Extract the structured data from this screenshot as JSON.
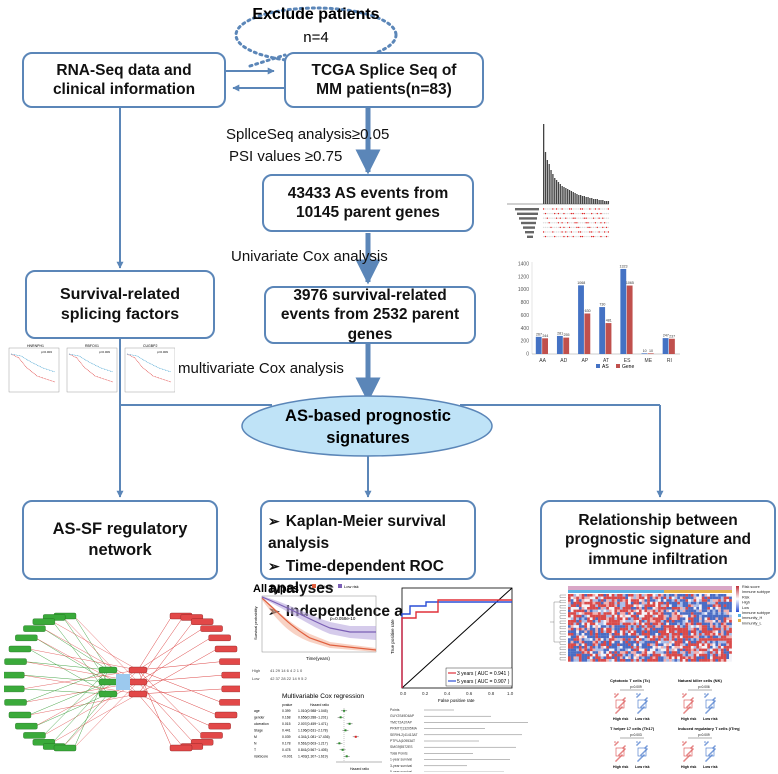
{
  "nodes": {
    "exclude": {
      "title": "Exclude patients",
      "count": "n=4"
    },
    "rnaseq": "RNA-Seq data and clinical information",
    "tcga": "TCGA Splice Seq of MM patients(n=83)",
    "as_events": "43433 AS events from 10145 parent genes",
    "sf": "Survival-related splicing factors",
    "surv_events": "3976 survival-related events from 2532 parent genes",
    "signature": "AS-based prognostic signatures",
    "network": "AS-SF regulatory network",
    "analyses": [
      "Kaplan-Meier survival analysis",
      "Time-dependent ROC analyses",
      "Independence analysis"
    ],
    "immune": "Relationship between prognostic signature and immune infiltration"
  },
  "edges": {
    "spliceseq_1": "SpllceSeq analysis≥0.05",
    "spliceseq_2": "PSI values ≥0.75",
    "univariate": "Univariate Cox analysis",
    "multivariate": "multivariate Cox analysis"
  },
  "colors": {
    "box_border": "#5b86b8",
    "arrow": "#5b86b8",
    "ellipse_fill": "#bfe3f7"
  },
  "insets": {
    "bar_chart": {
      "categories": [
        "AA",
        "AD",
        "AP",
        "AT",
        "ES",
        "ME",
        "RI"
      ],
      "series": [
        {
          "name": "AS",
          "values": [
            267,
            281,
            1068,
            730,
            1323,
            10,
            247
          ]
        },
        {
          "name": "Gene",
          "values": [
            244,
            255,
            630,
            481,
            1065,
            10,
            237
          ]
        }
      ],
      "yticks": [
        "0",
        "200",
        "400",
        "600",
        "800",
        "1000",
        "1200",
        "1400"
      ],
      "ylim": [
        0,
        1400
      ]
    },
    "km": {
      "title": "All types",
      "pvalue": "p=0.058e-10",
      "legend": [
        "High risk",
        "Low risk"
      ],
      "xlabel": "Time(years)",
      "ylabel": "Survival probability"
    },
    "roc": {
      "aucs": [
        "3 years ( AUC = 0.941 )",
        "5 years ( AUC = 0.907 )"
      ],
      "xlabel": "False positive rate",
      "ylabel": "True positive rate"
    },
    "forest": {
      "title": "Multivariable Cox regression",
      "header": [
        "pvalue",
        "Hazard ratio"
      ],
      "rows": [
        {
          "name": "age",
          "p": "0.399",
          "hr": "1.010(0.988~1.045)"
        },
        {
          "name": "gender",
          "p": "0.168",
          "hr": "0.656(0.288~1.201)"
        },
        {
          "name": "ulceration",
          "p": "0.015",
          "hr": "2.007(0.459~1.471)"
        },
        {
          "name": "Stage",
          "p": "0.441",
          "hr": "1.196(0.631~2.178)"
        },
        {
          "name": "M",
          "p": "0.039",
          "hr": "4.341(1.081~17.436)"
        },
        {
          "name": "N",
          "p": "0.178",
          "hr": "0.561(0.603~1.217)"
        },
        {
          "name": "T",
          "p": "0.478",
          "hr": "0.841(0.567~1.405)"
        },
        {
          "name": "riskScore",
          "p": "<0.001",
          "hr": "1.403(1.307~1.619)"
        }
      ],
      "xlabel": "Hazard ratio"
    },
    "nomogram": {
      "rows": [
        "Points",
        "GUY2S49D6AP",
        "TMCT2A37AP",
        "PRMT7|13205MA",
        "SERHL2|41413AT",
        "PTPLA|10953AT",
        "SMG9|5572ES",
        "Total Points",
        "1-year survival",
        "3-year survival",
        "5-year survival"
      ]
    },
    "heatmap": {
      "legend": [
        "Risk score",
        "Immune subtype",
        "Risk",
        "High",
        "Low",
        "Immune subtype",
        "Immunity_H",
        "Immunity_L"
      ]
    },
    "boxplots": [
      {
        "title": "Cytotoxic T cells (Tc)",
        "p": "p=0.009",
        "groups": [
          "High risk",
          "Low risk"
        ]
      },
      {
        "title": "Natural killer cells (NK)",
        "p": "p=0.006",
        "groups": [
          "High risk",
          "Low risk"
        ]
      },
      {
        "title": "T helper 17 cells (Th17)",
        "p": "p=0.003",
        "groups": [
          "High risk",
          "Low risk"
        ]
      },
      {
        "title": "Induced regulatory T cells (iTreg)",
        "p": "p=0.009",
        "groups": [
          "High risk",
          "Low risk"
        ]
      }
    ],
    "sf_plots": [
      {
        "title": "HNRNPH1",
        "legend": "p=0.003"
      },
      {
        "title": "RBFOX1",
        "legend": "p=0.009"
      },
      {
        "title": "CUGBP2",
        "legend": "p=0.009"
      }
    ]
  }
}
